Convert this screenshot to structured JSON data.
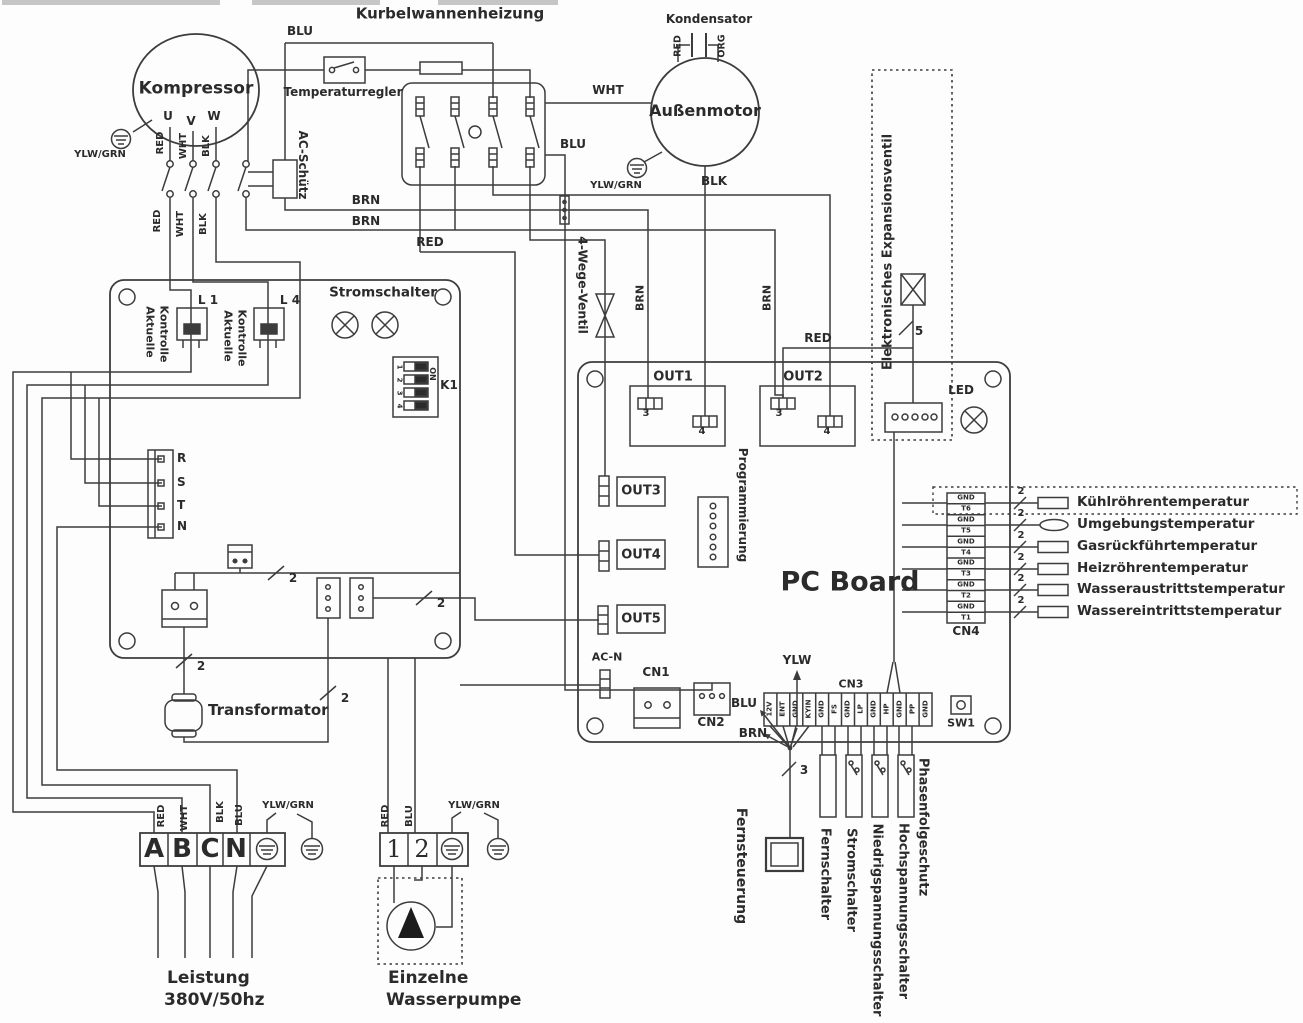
{
  "labels": {
    "kurbelwannenheizung": "Kurbelwannenheizung",
    "kompressor": "Kompressor",
    "temperaturregler": "Temperaturregler",
    "ac_schuetz": "AC-Schütz",
    "kondensator": "Kondensator",
    "aussenmotor": "Außenmotor",
    "expansionsventil": "Elektronisches Expansionsventil",
    "vier_wege_ventil": "4-Wege-Ventil",
    "stromschalter_board": "Stromschalter",
    "aktuelle": "Aktuelle",
    "kontrolle": "Kontrolle",
    "l1": "L 1",
    "l4": "L 4",
    "k1": "K1",
    "on": "ON",
    "transformator": "Transformator",
    "pc_board": "PC Board",
    "led": "LED",
    "sw1": "SW1",
    "programmierung": "Programmierung",
    "fernsteuerung": "Fernsteuerung",
    "leistung_line1": "Leistung",
    "leistung_line2": "380V/50hz",
    "pumpe_line1": "Einzelne",
    "pumpe_line2": "Wasserpumpe"
  },
  "outputs": [
    "OUT1",
    "OUT2",
    "OUT3",
    "OUT4",
    "OUT5"
  ],
  "out_pins": {
    "p3": "3",
    "p4": "4"
  },
  "connectors": {
    "cn1": "CN1",
    "cn2": "CN2",
    "cn3": "CN3",
    "cn4": "CN4",
    "ac_n": "AC-N"
  },
  "cn3_pins": [
    "12V",
    "ENT",
    "GND",
    "KYIN",
    "GND",
    "FS",
    "GND",
    "LP",
    "GND",
    "HP",
    "GND",
    "PP",
    "GND"
  ],
  "cn4_pins": [
    "GND",
    "T6",
    "GND",
    "T5",
    "GND",
    "T4",
    "GND",
    "T3",
    "GND",
    "T2",
    "GND",
    "T1"
  ],
  "sensors": [
    "Kühlröhrentemperatur",
    "Umgebungstemperatur",
    "Gasrückführtemperatur",
    "Heizröhrentemperatur",
    "Wasseraustrittstemperatur",
    "Wassereintrittstemperatur"
  ],
  "switch_labels": [
    "Fernschalter",
    "Stromschalter",
    "Niedrigspannungsschalter",
    "Hochspannungsschalter",
    "Phasenfolgeschutz"
  ],
  "motor_terminals": [
    "U",
    "V",
    "W"
  ],
  "rstn": [
    "R",
    "S",
    "T",
    "N"
  ],
  "power_terminals": [
    "A",
    "B",
    "C",
    "N"
  ],
  "pump_terminals": [
    "1",
    "2"
  ],
  "dip_numbers": [
    "1",
    "2",
    "3",
    "4"
  ],
  "wire_colors": {
    "red": "RED",
    "wht": "WHT",
    "blk": "BLK",
    "blu": "BLU",
    "brn": "BRN",
    "org": "ORG",
    "ylw": "YLW",
    "ylw_grn": "YLW/GRN"
  },
  "wire_counts": {
    "two": "2",
    "three": "3",
    "five": "5"
  },
  "line_color": "#3c3c3c"
}
